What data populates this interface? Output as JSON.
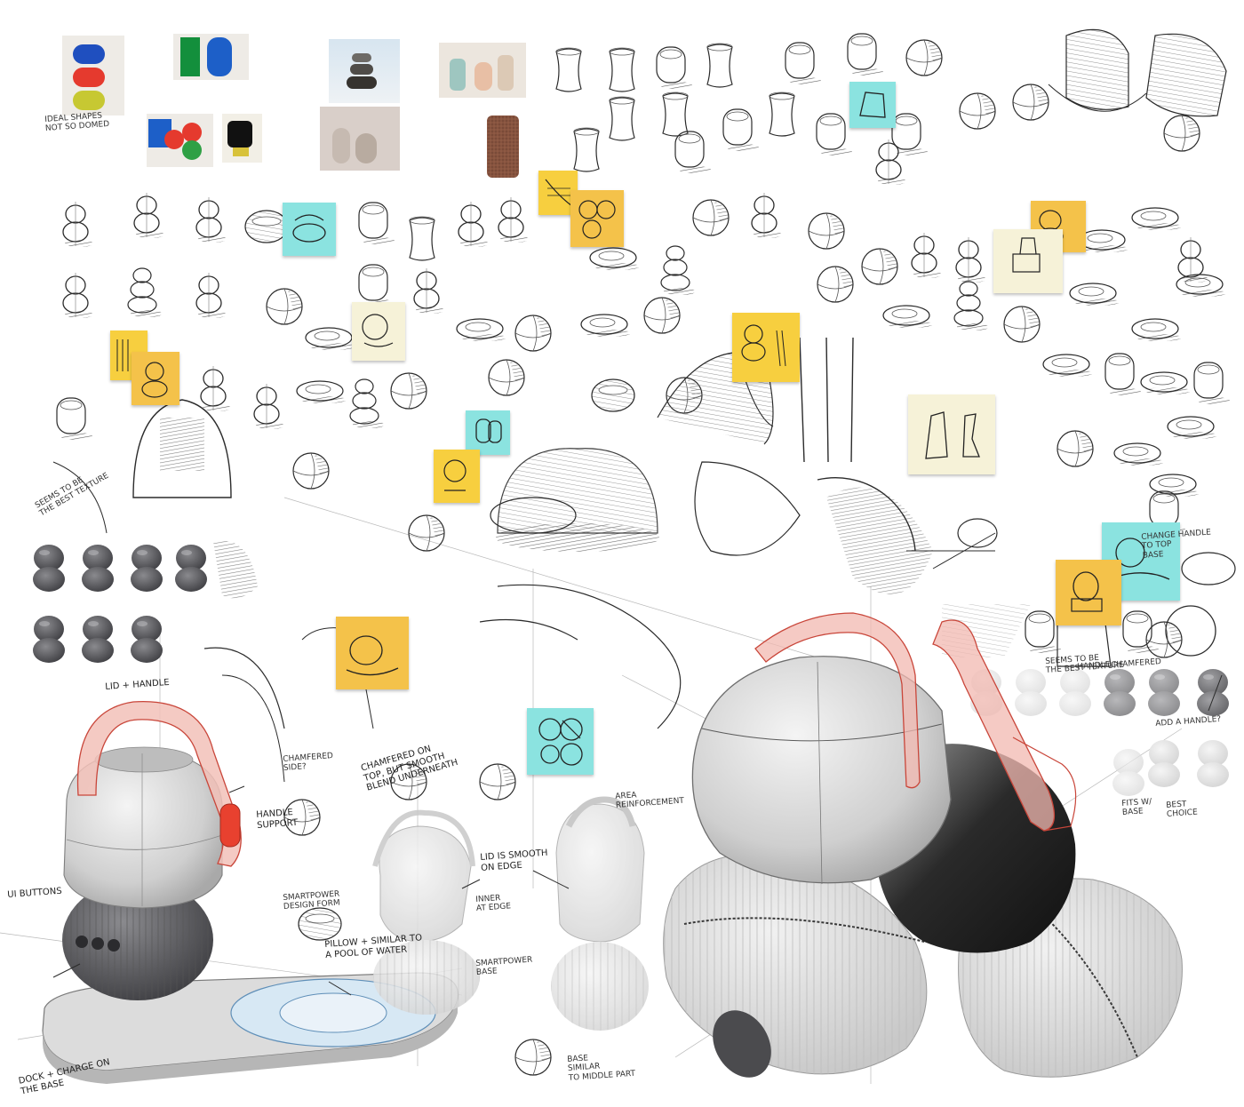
{
  "colors": {
    "paper": "#ffffff",
    "ink": "#2b2b2b",
    "sticky_yellow": "#f7cf3f",
    "sticky_orange": "#f4c24a",
    "sticky_cyan": "#8be3e0",
    "sticky_cream": "#f6f2d8",
    "accent_red": "#e8412f",
    "handle_pink": "#f2b8b0",
    "shell_grey": "#d9d9d9",
    "base_dark": "#6f6f73"
  },
  "annotations": {
    "lid_handle": "LID + HANDLE",
    "handle_support": "HANDLE\nSUPPORT",
    "ui_buttons": "UI BUTTONS",
    "dock_charge": "DOCK + CHARGE ON\nTHE BASE",
    "pillow_surface": "PILLOW + SIMILAR TO\nA POOL OF WATER",
    "chamfered": "CHAMFERED ON\nTOP, BUT SMOOTH\nBLEND UNDERNEATH",
    "lid_smooth": "LID IS SMOOTH\nON EDGE",
    "inner_edge": "INNER\nAT EDGE",
    "smartpower_form": "SMARTPOWER\nDESIGN FORM",
    "base_similar": "BASE\nSIMILAR\nTO MIDDLE PART",
    "smartpower_base": "SMARTPOWER\nBASE",
    "seems_texture": "SEEMS TO BE\nTHE BEST TEXTURE",
    "fits_with_base": "FITS W/\nBASE",
    "best_choice": "BEST\nCHOICE",
    "add_handle": "ADD A HANDLE?",
    "handle": "HANDLE",
    "chamfered_short": "CHAMFERED",
    "change_handle": "CHANGE HANDLE\nTO TOP\nBASE",
    "area_reinforcement": "AREA\nREINFORCEMENT",
    "chamfered_side": "CHAMFERED\nSIDE?",
    "ideal_forms": "IDEAL SHAPES\nNOT SO DOMED"
  }
}
